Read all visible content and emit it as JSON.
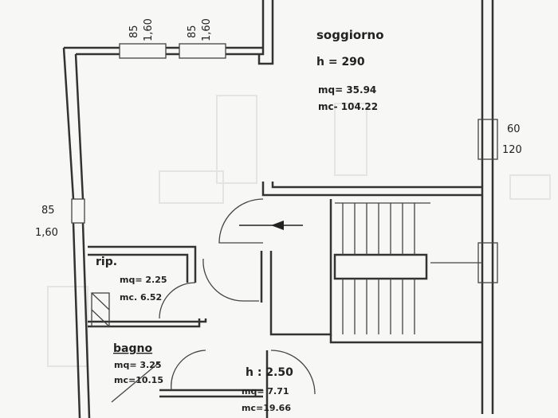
{
  "dimensions": {
    "top_window_1": {
      "width": "85",
      "height": "1,60"
    },
    "top_window_2": {
      "width": "85",
      "height": "1,60"
    },
    "right_window": {
      "width": "60",
      "height": "120"
    },
    "left_window": {
      "width": "85",
      "height": "1,60"
    }
  },
  "rooms": {
    "soggiorno": {
      "name": "soggiorno",
      "h": "h = 290",
      "mq": "mq= 35.94",
      "mc": "mc- 104.22"
    },
    "rip": {
      "name": "rip.",
      "mq": "mq= 2.25",
      "mc": "mc. 6.52"
    },
    "bagno": {
      "name": "bagno",
      "mq": "mq= 3.25",
      "mc": "mc=10.15"
    },
    "ingresso": {
      "h": "h : 2.50",
      "mq": "mq= 7.71",
      "mc": "mc=19.66"
    }
  },
  "colors": {
    "ink": "#333333",
    "paper": "#f7f7f5"
  }
}
